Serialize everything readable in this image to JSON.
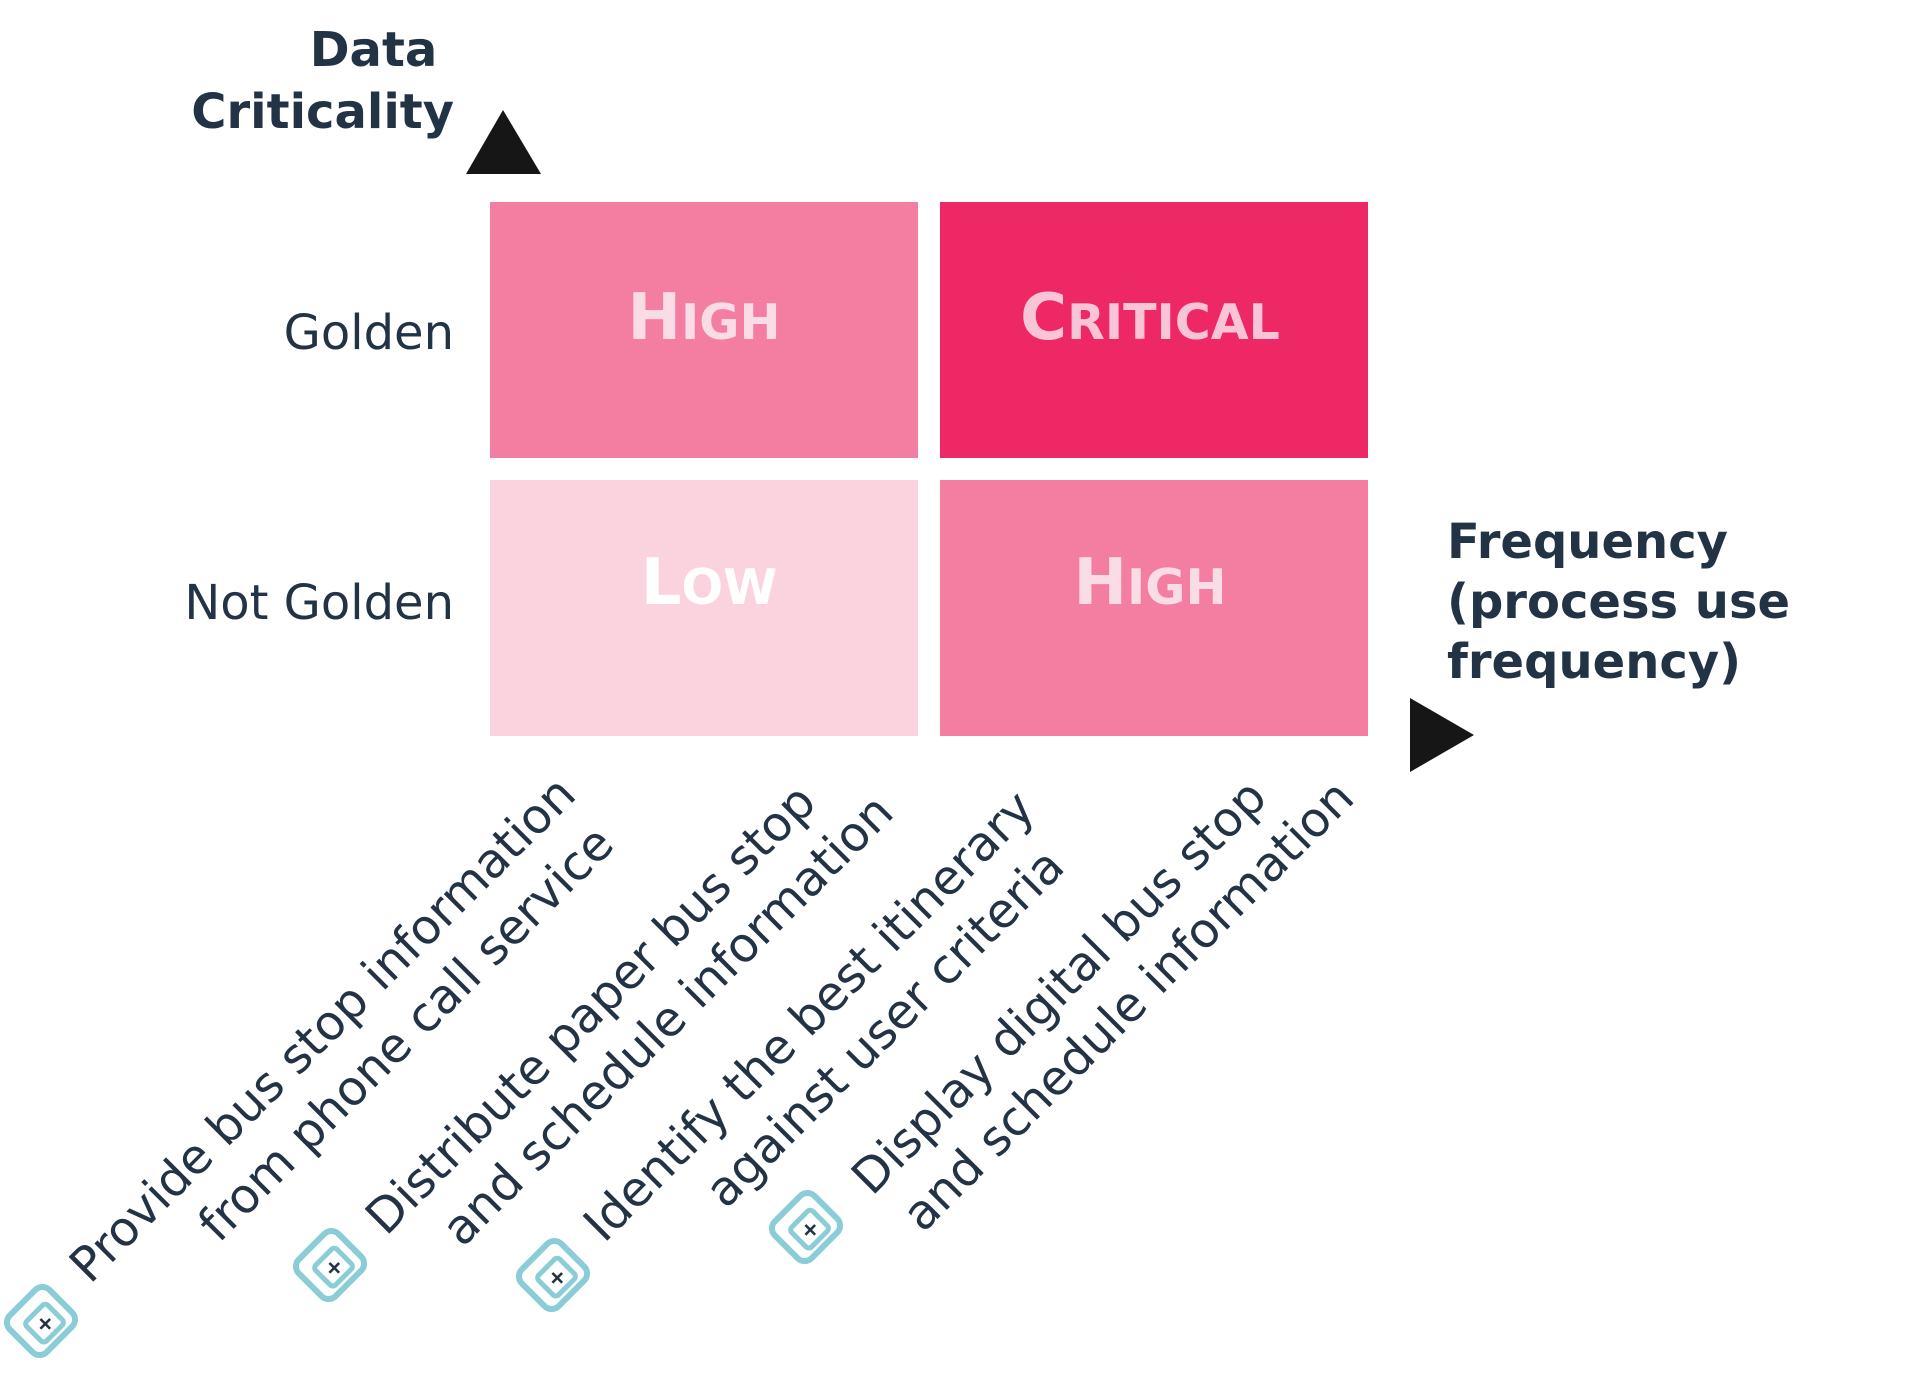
{
  "y_axis": {
    "title_lines": [
      "Data",
      "Criticality"
    ],
    "rows": [
      "Golden",
      "Not Golden"
    ]
  },
  "x_axis": {
    "title_lines": [
      "Frequency",
      "(process use",
      "frequency)"
    ]
  },
  "matrix": [
    {
      "row": "Golden",
      "column": 1,
      "label": "High",
      "color": "#F47EA2",
      "text_color": "#FADCE6"
    },
    {
      "row": "Golden",
      "column": 2,
      "label": "Critical",
      "color": "#EE2765",
      "text_color": "#F9C5D6"
    },
    {
      "row": "Not Golden",
      "column": 1,
      "label": "Low",
      "color": "#FBD3DF",
      "text_color": "#FFFFFF"
    },
    {
      "row": "Not Golden",
      "column": 2,
      "label": "High",
      "color": "#F47EA2",
      "text_color": "#FADCE6"
    }
  ],
  "processes": [
    {
      "lines": [
        "Provide bus stop information",
        "from phone call service"
      ],
      "icon": "process-icon"
    },
    {
      "lines": [
        "Distribute paper bus stop",
        "and schedule information"
      ],
      "icon": "process-icon"
    },
    {
      "lines": [
        "Identify the best itinerary",
        "against user criteria"
      ],
      "icon": "process-icon"
    },
    {
      "lines": [
        "Display digital bus stop",
        "and schedule information"
      ],
      "icon": "process-icon"
    }
  ],
  "colors": {
    "text": "#233346",
    "arrow": "#161616",
    "icon": "#8ACDD6"
  }
}
